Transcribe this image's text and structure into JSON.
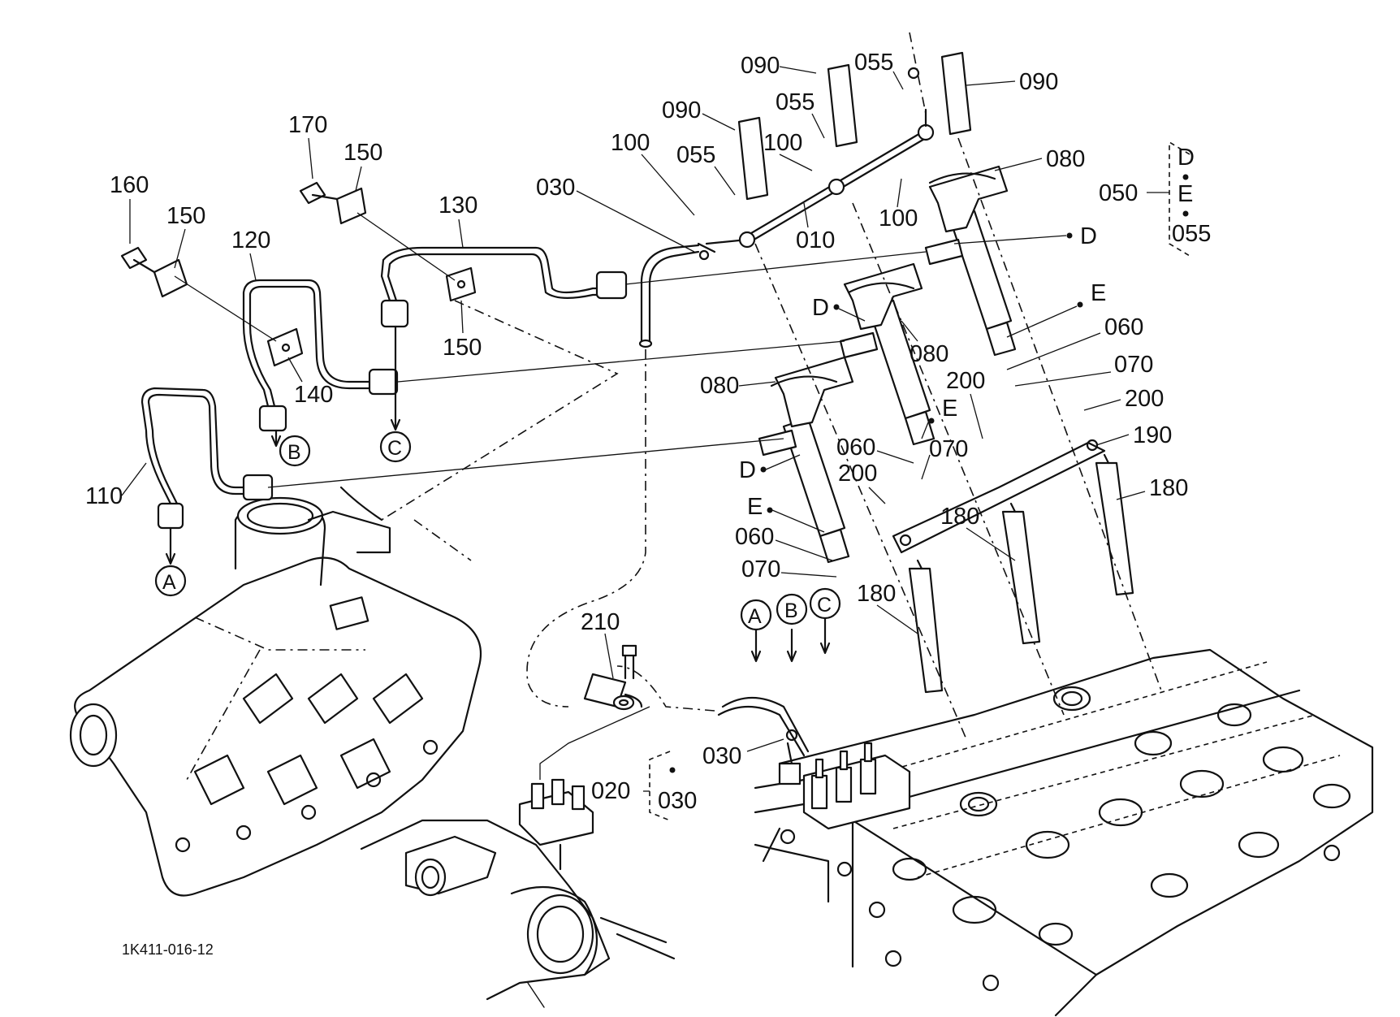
{
  "labels": {
    "p010": "010",
    "p020": "020",
    "p030": "030",
    "p050": "050",
    "p055": "055",
    "p060": "060",
    "p070": "070",
    "p080": "080",
    "p090": "090",
    "p100": "100",
    "p110": "110",
    "p120": "120",
    "p130": "130",
    "p140": "140",
    "p150": "150",
    "p160": "160",
    "p170": "170",
    "p180": "180",
    "p190": "190",
    "p200": "200",
    "p210": "210"
  },
  "refs": {
    "A": "A",
    "B": "B",
    "C": "C",
    "D": "D",
    "E": "E"
  },
  "drawing_number": "1K411-016-12"
}
